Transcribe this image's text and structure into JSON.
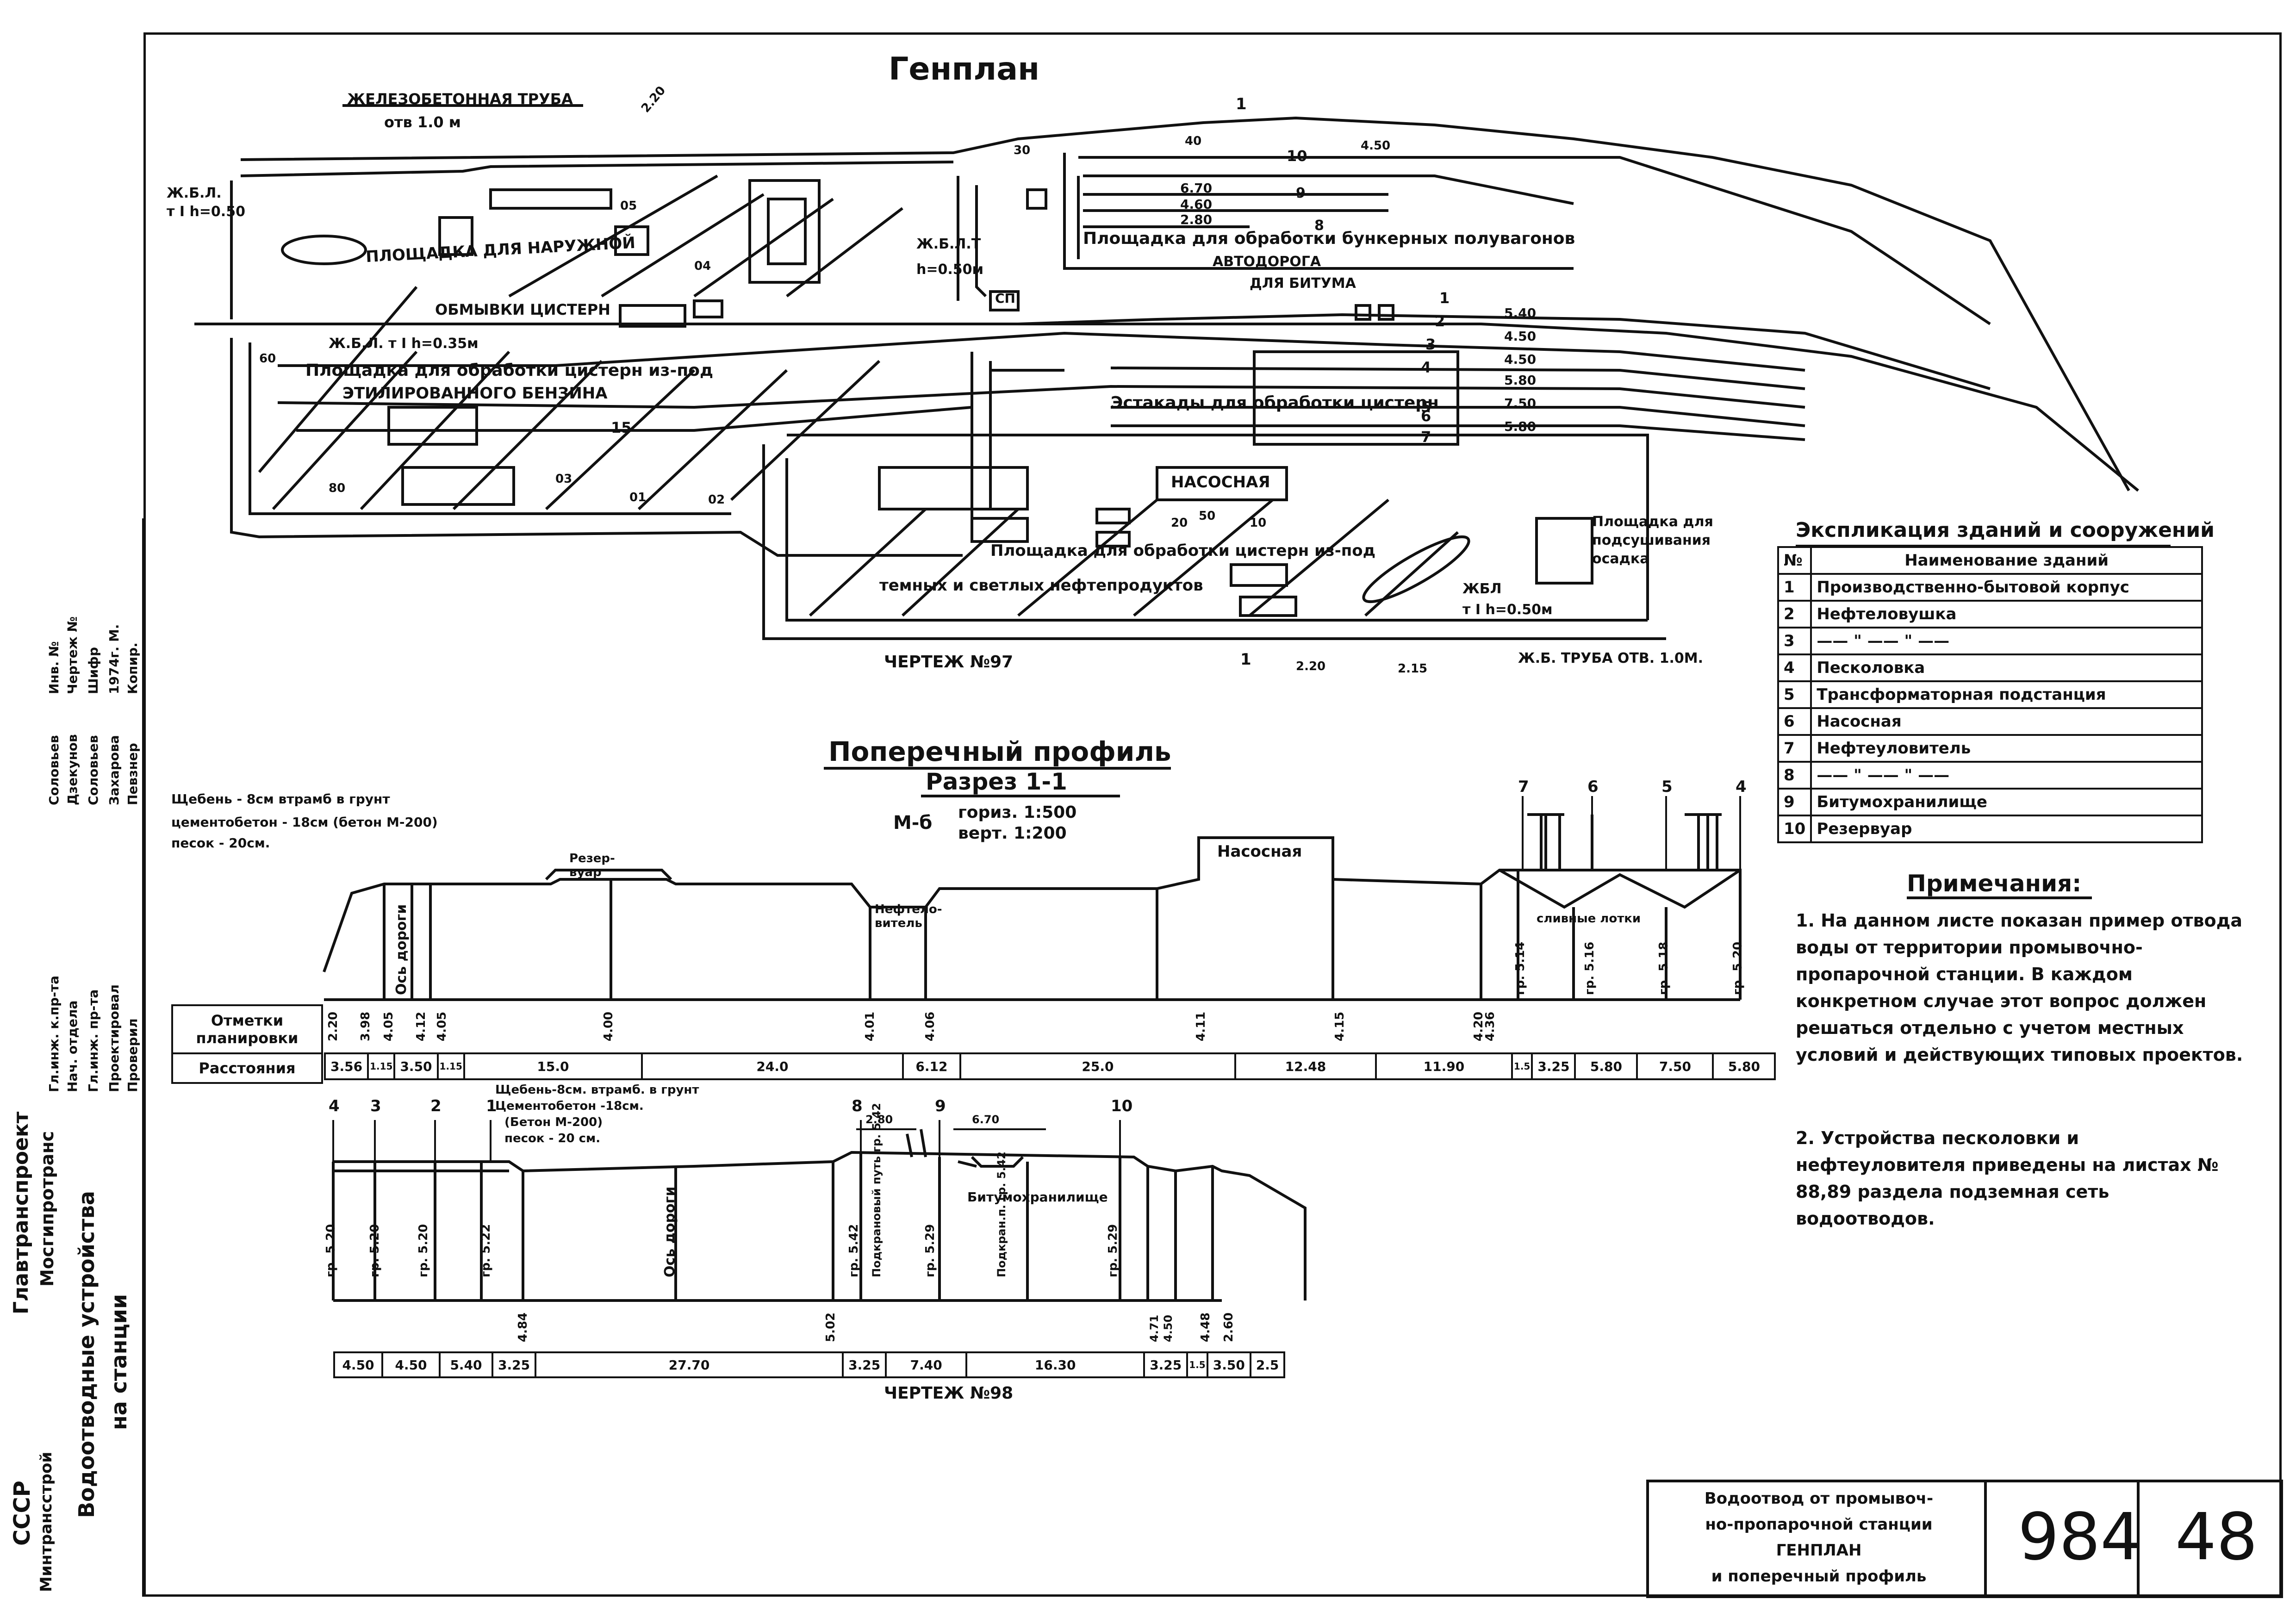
{
  "genplan": {
    "title": "Генплан",
    "drawing_ref": "ЧЕРТЕЖ №97",
    "labels": {
      "pipe_top": "ЖЕЛЕЗОБЕТОННАЯ ТРУБА",
      "pipe_top_size": "отв 1.0 м",
      "zhbl_left": "Ж.Б.Л.",
      "zhbl_left_h": "т I h=0.50",
      "wash_area_1": "ПЛОЩАДКА ДЛЯ НАРУЖНОЙ",
      "wash_area_2": "ОБМЫВКИ ЦИСТЕРН",
      "zhbl_mid": "Ж.Б.Л.Т",
      "zhbl_mid_h": "h=0.50м",
      "bunker_area": "Площадка для обработки бункерных полувагонов",
      "road_1": "АВТОДОРОГА",
      "road_2": "ДЛЯ БИТУМА",
      "zhbl_035": "Ж.Б.Л. т I h=0.35м",
      "ethyl_1": "Площадка для обработки цистерн из-под",
      "ethyl_2": "ЭТИЛИРОВАННОГО БЕНЗИНА",
      "overpass": "Эстакады для обработки цистерн",
      "pump": "НАСОСНАЯ",
      "oil_area_1": "Площадка для обработки цистерн из-под",
      "oil_area_2": "темных и светлых нефтепродуктов",
      "sediment_1": "Площадка для",
      "sediment_2": "подсушивания",
      "sediment_3": "осадка",
      "zhbl_right": "ЖБЛ",
      "zhbl_right_h": "т I h=0.50м",
      "pipe_bottom": "Ж.Б. ТРУБА ОТВ. 1.0М.",
      "section_mark": "1",
      "sp": "СП"
    },
    "track_numbers": [
      "1",
      "2",
      "3",
      "4",
      "5",
      "6",
      "7",
      "8",
      "9",
      "10",
      "15"
    ],
    "track_widths": [
      "5.40",
      "4.50",
      "4.50",
      "5.80",
      "7.50",
      "5.80",
      "6.70",
      "4.60",
      "2.80"
    ],
    "slope_marks": [
      "2.20",
      "4.50",
      "2.20",
      "2.15",
      "30",
      "40",
      "60",
      "80",
      "20",
      "50",
      "10",
      "01",
      "02",
      "03",
      "04",
      "05"
    ]
  },
  "explication": {
    "title": "Экспликация зданий и сооружений",
    "header": [
      "№",
      "Наименование зданий"
    ],
    "rows": [
      [
        "1",
        "Производственно-бытовой корпус"
      ],
      [
        "2",
        "Нефтеловушка"
      ],
      [
        "3",
        "—— \" —— \" ——"
      ],
      [
        "4",
        "Песколовка"
      ],
      [
        "5",
        "Трансформаторная подстанция"
      ],
      [
        "6",
        "Насосная"
      ],
      [
        "7",
        "Нефтеуловитель"
      ],
      [
        "8",
        "—— \" —— \" ——"
      ],
      [
        "9",
        "Битумохранилище"
      ],
      [
        "10",
        "Резервуар"
      ]
    ]
  },
  "notes": {
    "title": "Примечания:",
    "items": [
      "1. На данном листе показан пример отвода воды от территории промывочно-пропарочной станции. В каждом конкретном случае этот вопрос должен решаться отдельно с учетом местных условий и действующих типовых проектов.",
      "2. Устройства песколовки и нефтеуловителя приведены на листах № 88,89 раздела подземная сеть водоотводов."
    ]
  },
  "profile": {
    "title": "Поперечный профиль",
    "subtitle": "Разрез 1-1",
    "scale_label": "М-б",
    "scale_h": "гориз. 1:500",
    "scale_v": "верт. 1:200",
    "drawing_ref": "ЧЕРТЕЖ №98",
    "layers_1": [
      "Щебень - 8см втрамб в грунт",
      "цементобетон - 18см (бетон М-200)",
      "песок - 20см."
    ],
    "layers_2": [
      "Щебень-8см. втрамб. в грунт",
      "Цементобетон -18см.",
      "(Бетон М-200)",
      "песок - 20 см."
    ],
    "row_labels": [
      "Отметки планировки",
      "Расстояния"
    ],
    "buildings": [
      "Резер-вуар",
      "Нефтело-витель",
      "Насосная",
      "Битумохранилище"
    ],
    "axis_road": "Ось дороги",
    "trays": "сливные лотки",
    "crane_path": "Подкрановый путь гр. 5.42",
    "crane_path_2": "Подкран.п. гр. 5.42",
    "top_numbers": [
      "7",
      "6",
      "5",
      "4"
    ],
    "bottom_numbers": [
      "4",
      "3",
      "2",
      "1",
      "8",
      "9",
      "10"
    ],
    "dims_bottom": [
      "2.80",
      "6.70"
    ],
    "marks_1": [
      "2.20",
      "3.98",
      "4.05",
      "4.12",
      "4.05",
      "4.00",
      "4.01",
      "4.06",
      "4.11",
      "4.15",
      "4.20",
      "4.36"
    ],
    "distances_1": [
      "3.56",
      "1.15",
      "3.50",
      "1.15",
      "15.0",
      "24.0",
      "6.12",
      "25.0",
      "12.48",
      "11.90",
      "1.5",
      "3.25",
      "5.80",
      "7.50",
      "5.80"
    ],
    "gr_1": [
      "гр. 5.14",
      "гр. 5.16",
      "гр. 5.18",
      "гр. 5.20"
    ],
    "marks_2": [
      "4.84",
      "5.02",
      "4.71",
      "4.50",
      "4.48",
      "2.60"
    ],
    "distances_2": [
      "4.50",
      "4.50",
      "5.40",
      "3.25",
      "27.70",
      "3.25",
      "7.40",
      "16.30",
      "3.25",
      "1.5",
      "3.50",
      "2.5"
    ],
    "gr_2": [
      "гр. 5.20",
      "гр. 5.20",
      "гр. 5.20",
      "гр. 5.22",
      "гр. 5.42",
      "гр. 5.29",
      "гр. 5.29"
    ]
  },
  "stamp": {
    "org_1": "СССР",
    "org_2": "Минтрансстрой",
    "org_3": "Главтранспроект",
    "org_4": "Мосгипротранс",
    "project_1": "Водоотводные устройства",
    "project_2": "на станции",
    "roles": [
      "Гл.инж. к.пр-та",
      "Нач. отдела",
      "Гл.инж. пр-та",
      "Проектировал",
      "Проверил"
    ],
    "names": [
      "Соловьев",
      "Дзекунов",
      "Соловьев",
      "Захарова",
      "Певзнер"
    ],
    "fields": [
      "Инв. №",
      "Чертеж №",
      "Шифр",
      "1974г. М.",
      "Копир."
    ],
    "sheet_title": [
      "Водоотвод от промывоч-",
      "но-пропарочной станции",
      "ГЕНПЛАН",
      "и поперечный профиль"
    ],
    "album": "984",
    "sheet": "48"
  }
}
